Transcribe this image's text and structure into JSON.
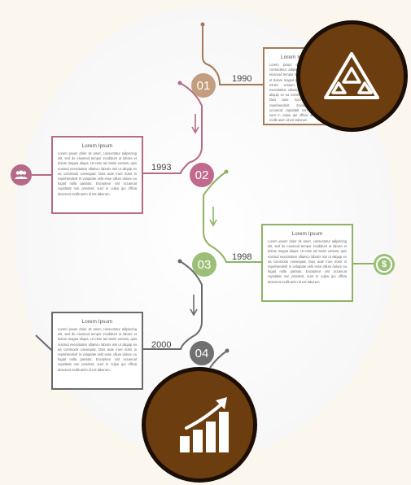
{
  "timeline": {
    "steps": [
      {
        "number": "01",
        "year": "1990",
        "box_title": "Lorem Ipsum",
        "box_text": "Lorem ipsum dolor sit amet, consectetur adipiscing elit, sed do eiusmod tempor incididunt ut labore et dolore magna aliqua. Ut enim ad minim veniam, quis nostrud exercitation ullamco laboris nisi ut aliquip ex ea commodo consequat. Duis aute irure dolor in reprehenderit. Excepteur sint occaecat cupidatat non proident, sunt in culpa qui officia deserunt mollit anim id est laborum.",
        "color": "#a47a58"
      },
      {
        "number": "02",
        "year": "1993",
        "box_title": "Lorem Ipsum",
        "box_text": "Lorem ipsum dolor sit amet, consectetur adipiscing elit, sed do eiusmod tempor incididunt ut labore et dolore magna aliqua. Ut enim ad minim veniam, quis nostrud exercitation ullamco laboris nisi ut aliquip ex ea commodo consequat. Duis aute irure dolor in reprehenderit in voluptate velit esse cillum dolore eu fugiat nulla pariatur. Excepteur sint occaecat cupidatat non proident, sunt in culpa qui officia deserunt mollit anim id est laborum.",
        "color": "#b56a88"
      },
      {
        "number": "03",
        "year": "1998",
        "box_title": "Lorem Ipsum",
        "box_text": "Lorem ipsum dolor sit amet, consectetur adipiscing elit, sed do eiusmod tempor incididunt ut labore et dolore magna aliqua. Ut enim ad minim veniam, quis nostrud exercitation ullamco laboris nisi ut aliquip ex ea commodo consequat. Duis aute irure dolor in reprehenderit in voluptate velit esse cillum dolore eu fugiat nulla pariatur. Excepteur sint occaecat cupidatat non proident, sunt in culpa qui officia deserunt mollit anim id est laborum.",
        "color": "#8fb366"
      },
      {
        "number": "04",
        "year": "2000",
        "box_title": "Lorem Ipsum",
        "box_text": "Lorem ipsum dolor sit amet, consectetur adipiscing elit, sed do eiusmod tempor incididunt ut labore et dolore magna aliqua. Ut enim ad minim veniam, quis nostrud exercitation ullamco laboris nisi ut aliquip ex ea commodo consequat. Duis aute irure dolor in reprehenderit in voluptate velit esse cillum dolore eu fugiat nulla pariatur. Excepteur sint occaecat cupidatat non proident, sunt in culpa qui officia deserunt mollit anim id est laborum.",
        "color": "#6a6a6a"
      }
    ]
  },
  "icons": {
    "people": "people-icon",
    "dollar": "dollar-icon",
    "dollar_glyph": "$",
    "triangle_badge": "triangle-icon",
    "chart_badge": "growth-chart-icon"
  },
  "colors": {
    "badge_fill": "#6b3d0f",
    "badge_border": "#1a0e05",
    "background": "#fbf6ee"
  }
}
